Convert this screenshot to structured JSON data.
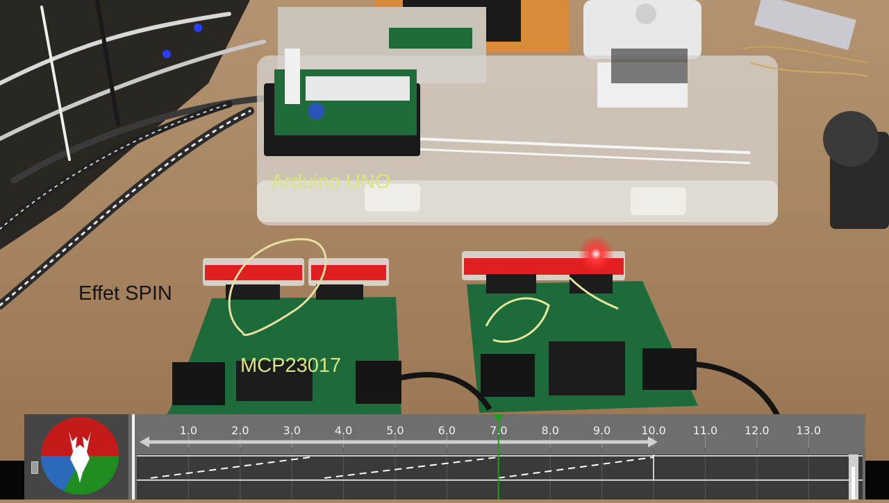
{
  "captions": {
    "arduino": "Arduino UNO",
    "effet": "Effet SPIN",
    "mcp": "MCP23017"
  },
  "timeline": {
    "ticks": [
      "1.0",
      "2.0",
      "3.0",
      "4.0",
      "5.0",
      "6.0",
      "7.0",
      "8.0",
      "9.0",
      "10.0",
      "11.0",
      "12.0",
      "13.0"
    ],
    "playhead": "7.0",
    "range": [
      "0",
      "10.0"
    ]
  },
  "colors": {
    "caption_light": "#d9e680",
    "caption_dark": "#141414",
    "pcb_green": "#1d6b3a",
    "led_red": "#e02020",
    "timeline_bg": "#6e6e6e",
    "playhead": "#17a317"
  },
  "icons": {
    "logo": "deer-head-logo",
    "playhead": "playhead-marker-icon",
    "range": "range-arrow-icon"
  }
}
